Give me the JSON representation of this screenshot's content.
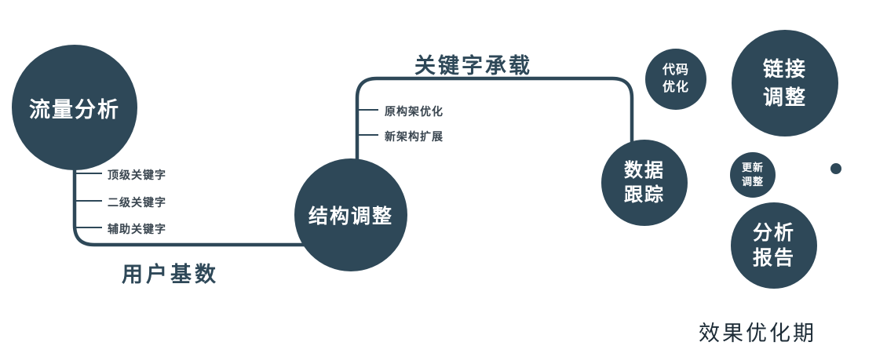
{
  "colors": {
    "primary": "#2e4858",
    "text_dark": "#1c2b36"
  },
  "nodes": {
    "traffic": {
      "label": "流量分析"
    },
    "structure": {
      "label": "结构调整"
    },
    "tracking": {
      "line1": "数据",
      "line2": "跟踪"
    },
    "code": {
      "line1": "代码",
      "line2": "优化"
    },
    "link": {
      "line1": "链接",
      "line2": "调整"
    },
    "update": {
      "line1": "更新",
      "line2": "调整"
    },
    "report": {
      "line1": "分析",
      "line2": "报告"
    }
  },
  "edge_labels": {
    "user_base": "用户基数",
    "keyword_carrying": "关键字承载"
  },
  "branch_labels": {
    "left": [
      "顶级关键字",
      "二级关键字",
      "辅助关键字"
    ],
    "middle": [
      "原构架优化",
      "新架构扩展"
    ]
  },
  "footer": {
    "label": "效果优化期"
  }
}
